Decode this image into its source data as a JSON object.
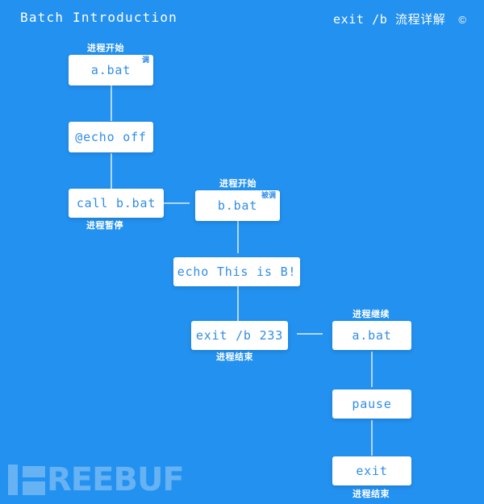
{
  "header": {
    "title": "Batch Introduction",
    "subtitle": "exit /b 流程详解",
    "copyright": "©"
  },
  "watermark": {
    "text": "REEBUF"
  },
  "flow": {
    "nodes": [
      {
        "id": "a-bat-start",
        "text": "a.bat",
        "sup": "调",
        "label_top": "进程开始",
        "label_bottom": ""
      },
      {
        "id": "echo-off",
        "text": "@echo off",
        "sup": "",
        "label_top": "",
        "label_bottom": ""
      },
      {
        "id": "call-b-bat",
        "text": "call b.bat",
        "sup": "",
        "label_top": "",
        "label_bottom": "进程暂停"
      },
      {
        "id": "b-bat-start",
        "text": "b.bat",
        "sup": "被调",
        "label_top": "进程开始",
        "label_bottom": ""
      },
      {
        "id": "echo-this-b",
        "text": "echo This is B!",
        "sup": "",
        "label_top": "",
        "label_bottom": ""
      },
      {
        "id": "exit-b-233",
        "text": "exit /b 233",
        "sup": "",
        "label_top": "",
        "label_bottom": "进程结束"
      },
      {
        "id": "a-bat-resume",
        "text": "a.bat",
        "sup": "",
        "label_top": "进程继续",
        "label_bottom": ""
      },
      {
        "id": "pause",
        "text": "pause",
        "sup": "",
        "label_top": "",
        "label_bottom": ""
      },
      {
        "id": "exit",
        "text": "exit",
        "sup": "",
        "label_top": "",
        "label_bottom": "进程结束"
      }
    ]
  },
  "colors": {
    "background": "#2391ef",
    "node_background": "#ffffff",
    "node_text": "#2f8de6",
    "label_text": "#ffffff"
  }
}
